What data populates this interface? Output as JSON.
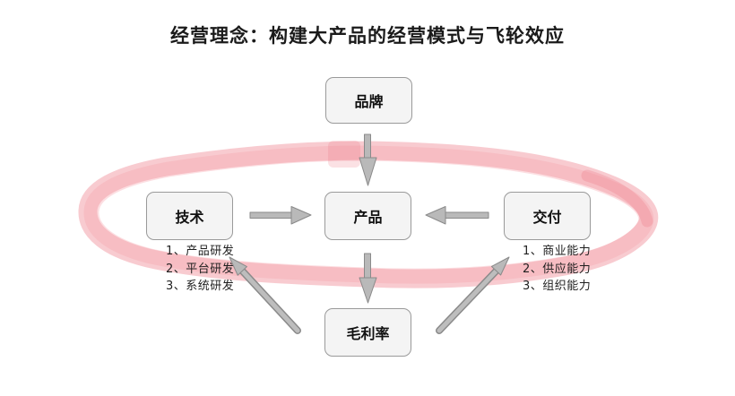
{
  "title": "经营理念：构建大产品的经营模式与飞轮效应",
  "nodes": {
    "brand": {
      "label": "品牌"
    },
    "technology": {
      "label": "技术"
    },
    "product": {
      "label": "产品"
    },
    "delivery": {
      "label": "交付"
    },
    "gross_margin": {
      "label": "毛利率"
    }
  },
  "lists": {
    "technology_capabilities": {
      "items": [
        "1、产品研发",
        "2、平台研发",
        "3、系统研发"
      ]
    },
    "delivery_capabilities": {
      "items": [
        "1、商业能力",
        "2、供应能力",
        "3、组织能力"
      ]
    }
  },
  "edges": [
    {
      "from": "品牌",
      "to": "产品"
    },
    {
      "from": "技术",
      "to": "产品"
    },
    {
      "from": "交付",
      "to": "产品"
    },
    {
      "from": "产品",
      "to": "毛利率"
    },
    {
      "from": "毛利率",
      "to": "技术"
    },
    {
      "from": "毛利率",
      "to": "交付"
    }
  ],
  "colors": {
    "flywheel_pink": "#F48F9A",
    "arrow_fill": "#B9B9B9",
    "arrow_stroke": "#8A8A8A",
    "box_fill": "#F4F4F4",
    "box_border": "#9A9A9A",
    "text": "#1A1A1A"
  }
}
